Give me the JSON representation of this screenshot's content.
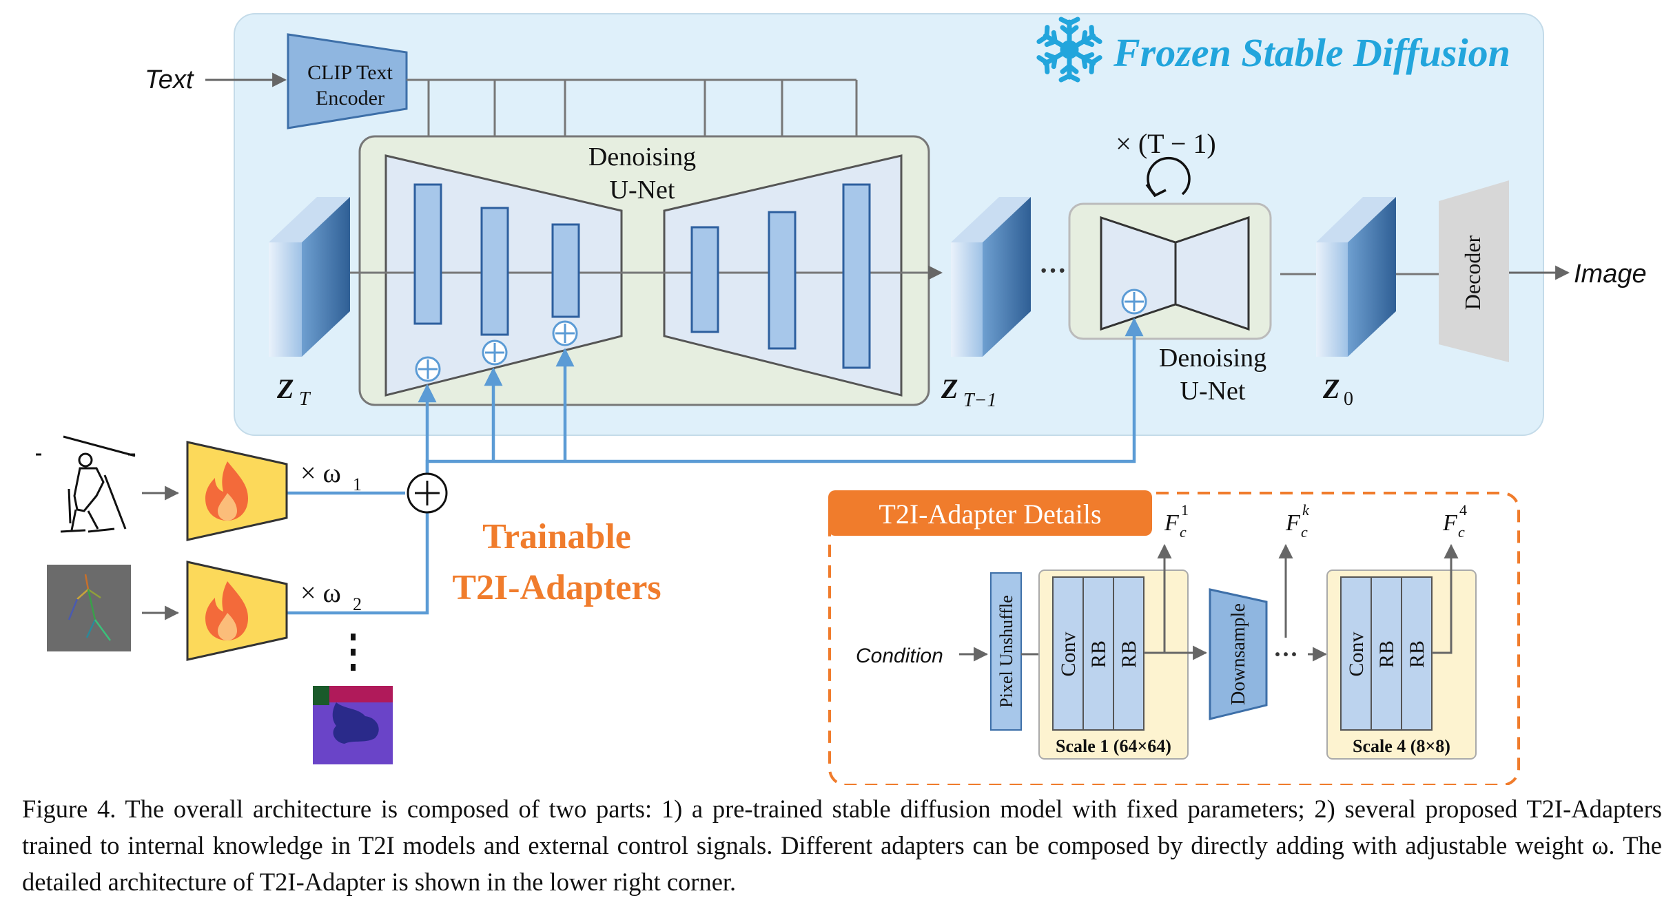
{
  "frozen": {
    "title": "Frozen Stable Diffusion",
    "icon": "snowflake-icon",
    "text_input": "Text",
    "clip_label_1": "CLIP Text",
    "clip_label_2": "Encoder",
    "unet_label_1": "Denoising",
    "unet_label_2": "U-Net",
    "repeat": "× (T − 1)",
    "unet2_label_1": "Denoising",
    "unet2_label_2": "U-Net",
    "ellipsis": "···",
    "decoder": "Decoder",
    "output": "Image",
    "latents": [
      {
        "main": "Z",
        "sub": "T"
      },
      {
        "main": "Z",
        "sub": "T−1"
      },
      {
        "main": "Z",
        "sub": "0"
      }
    ]
  },
  "adapters": {
    "weight1": "× ω",
    "weight1_sub": "1",
    "weight2": "× ω",
    "weight2_sub": "2",
    "trainable_1": "Trainable",
    "trainable_2": "T2I-Adapters",
    "fire_icon": "fire-icon",
    "colors": {
      "adapter_fill": "#fcd95a",
      "accent": "#f07c2c",
      "line_blue": "#5b9bd5"
    }
  },
  "details": {
    "title": "T2I-Adapter Details",
    "condition": "Condition",
    "pixel_unshuffle": "Pixel Unshuffle",
    "conv": "Conv",
    "rb": "RB",
    "downsample": "Downsample",
    "ellipsis": "···",
    "scale1": "Scale 1 (64×64)",
    "scale4": "Scale 4 (8×8)",
    "f1": {
      "main": "F",
      "sub": "c",
      "sup": "1"
    },
    "fk": {
      "main": "F",
      "sub": "c",
      "sup": "k"
    },
    "f4": {
      "main": "F",
      "sub": "c",
      "sup": "4"
    }
  },
  "caption": "Figure 4. The overall architecture is composed of two parts: 1) a pre-trained stable diffusion model with fixed parameters; 2) several proposed T2I-Adapters trained to internal knowledge in T2I models and external control signals. Different adapters can be composed by directly adding with adjustable weight ω. The detailed architecture of T2I-Adapter is shown in the lower right corner."
}
